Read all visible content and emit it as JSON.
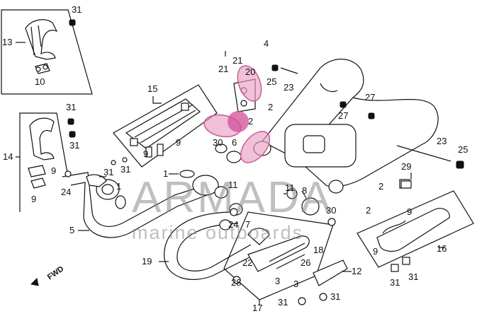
{
  "watermark": {
    "brand": "ARMADA",
    "tagline": "marine outboards",
    "colors": {
      "petal": "#e8a0c4",
      "petal_stroke": "#c85c92",
      "text": "#8a8a8a"
    }
  },
  "diagram": {
    "fwd_label": "FWD",
    "callouts": {
      "c31_top": "31",
      "c13": "13",
      "c10": "10",
      "c4": "4",
      "c21a": "21",
      "c21b": "21",
      "c20": "20",
      "c25a": "25",
      "c23a": "23",
      "c15": "15",
      "c2a": "2",
      "c2b": "2",
      "c27a": "27",
      "c27b": "27",
      "c31b": "31",
      "c31c": "31",
      "c14": "14",
      "c9a": "9",
      "c9b": "9",
      "c9c": "9",
      "c9d": "9",
      "c24a": "24",
      "c30a": "30",
      "c6": "6",
      "c31d": "31",
      "c31e": "31",
      "c23b": "23",
      "c25b": "25",
      "c1a": "1",
      "c1b": "1",
      "c11a": "11",
      "c11b": "11",
      "c8": "8",
      "c29": "29",
      "c2c": "2",
      "c2d": "2",
      "c5": "5",
      "c24b": "24",
      "c7": "7",
      "c30b": "30",
      "c9e": "9",
      "c9f": "9",
      "c16": "16",
      "c19": "19",
      "c18": "18",
      "c22": "22",
      "c26": "26",
      "c28": "28",
      "c3a": "3",
      "c3b": "3",
      "c12": "12",
      "c31f": "31",
      "c31g": "31",
      "c31h": "31",
      "c31i": "31",
      "c17": "17"
    }
  }
}
